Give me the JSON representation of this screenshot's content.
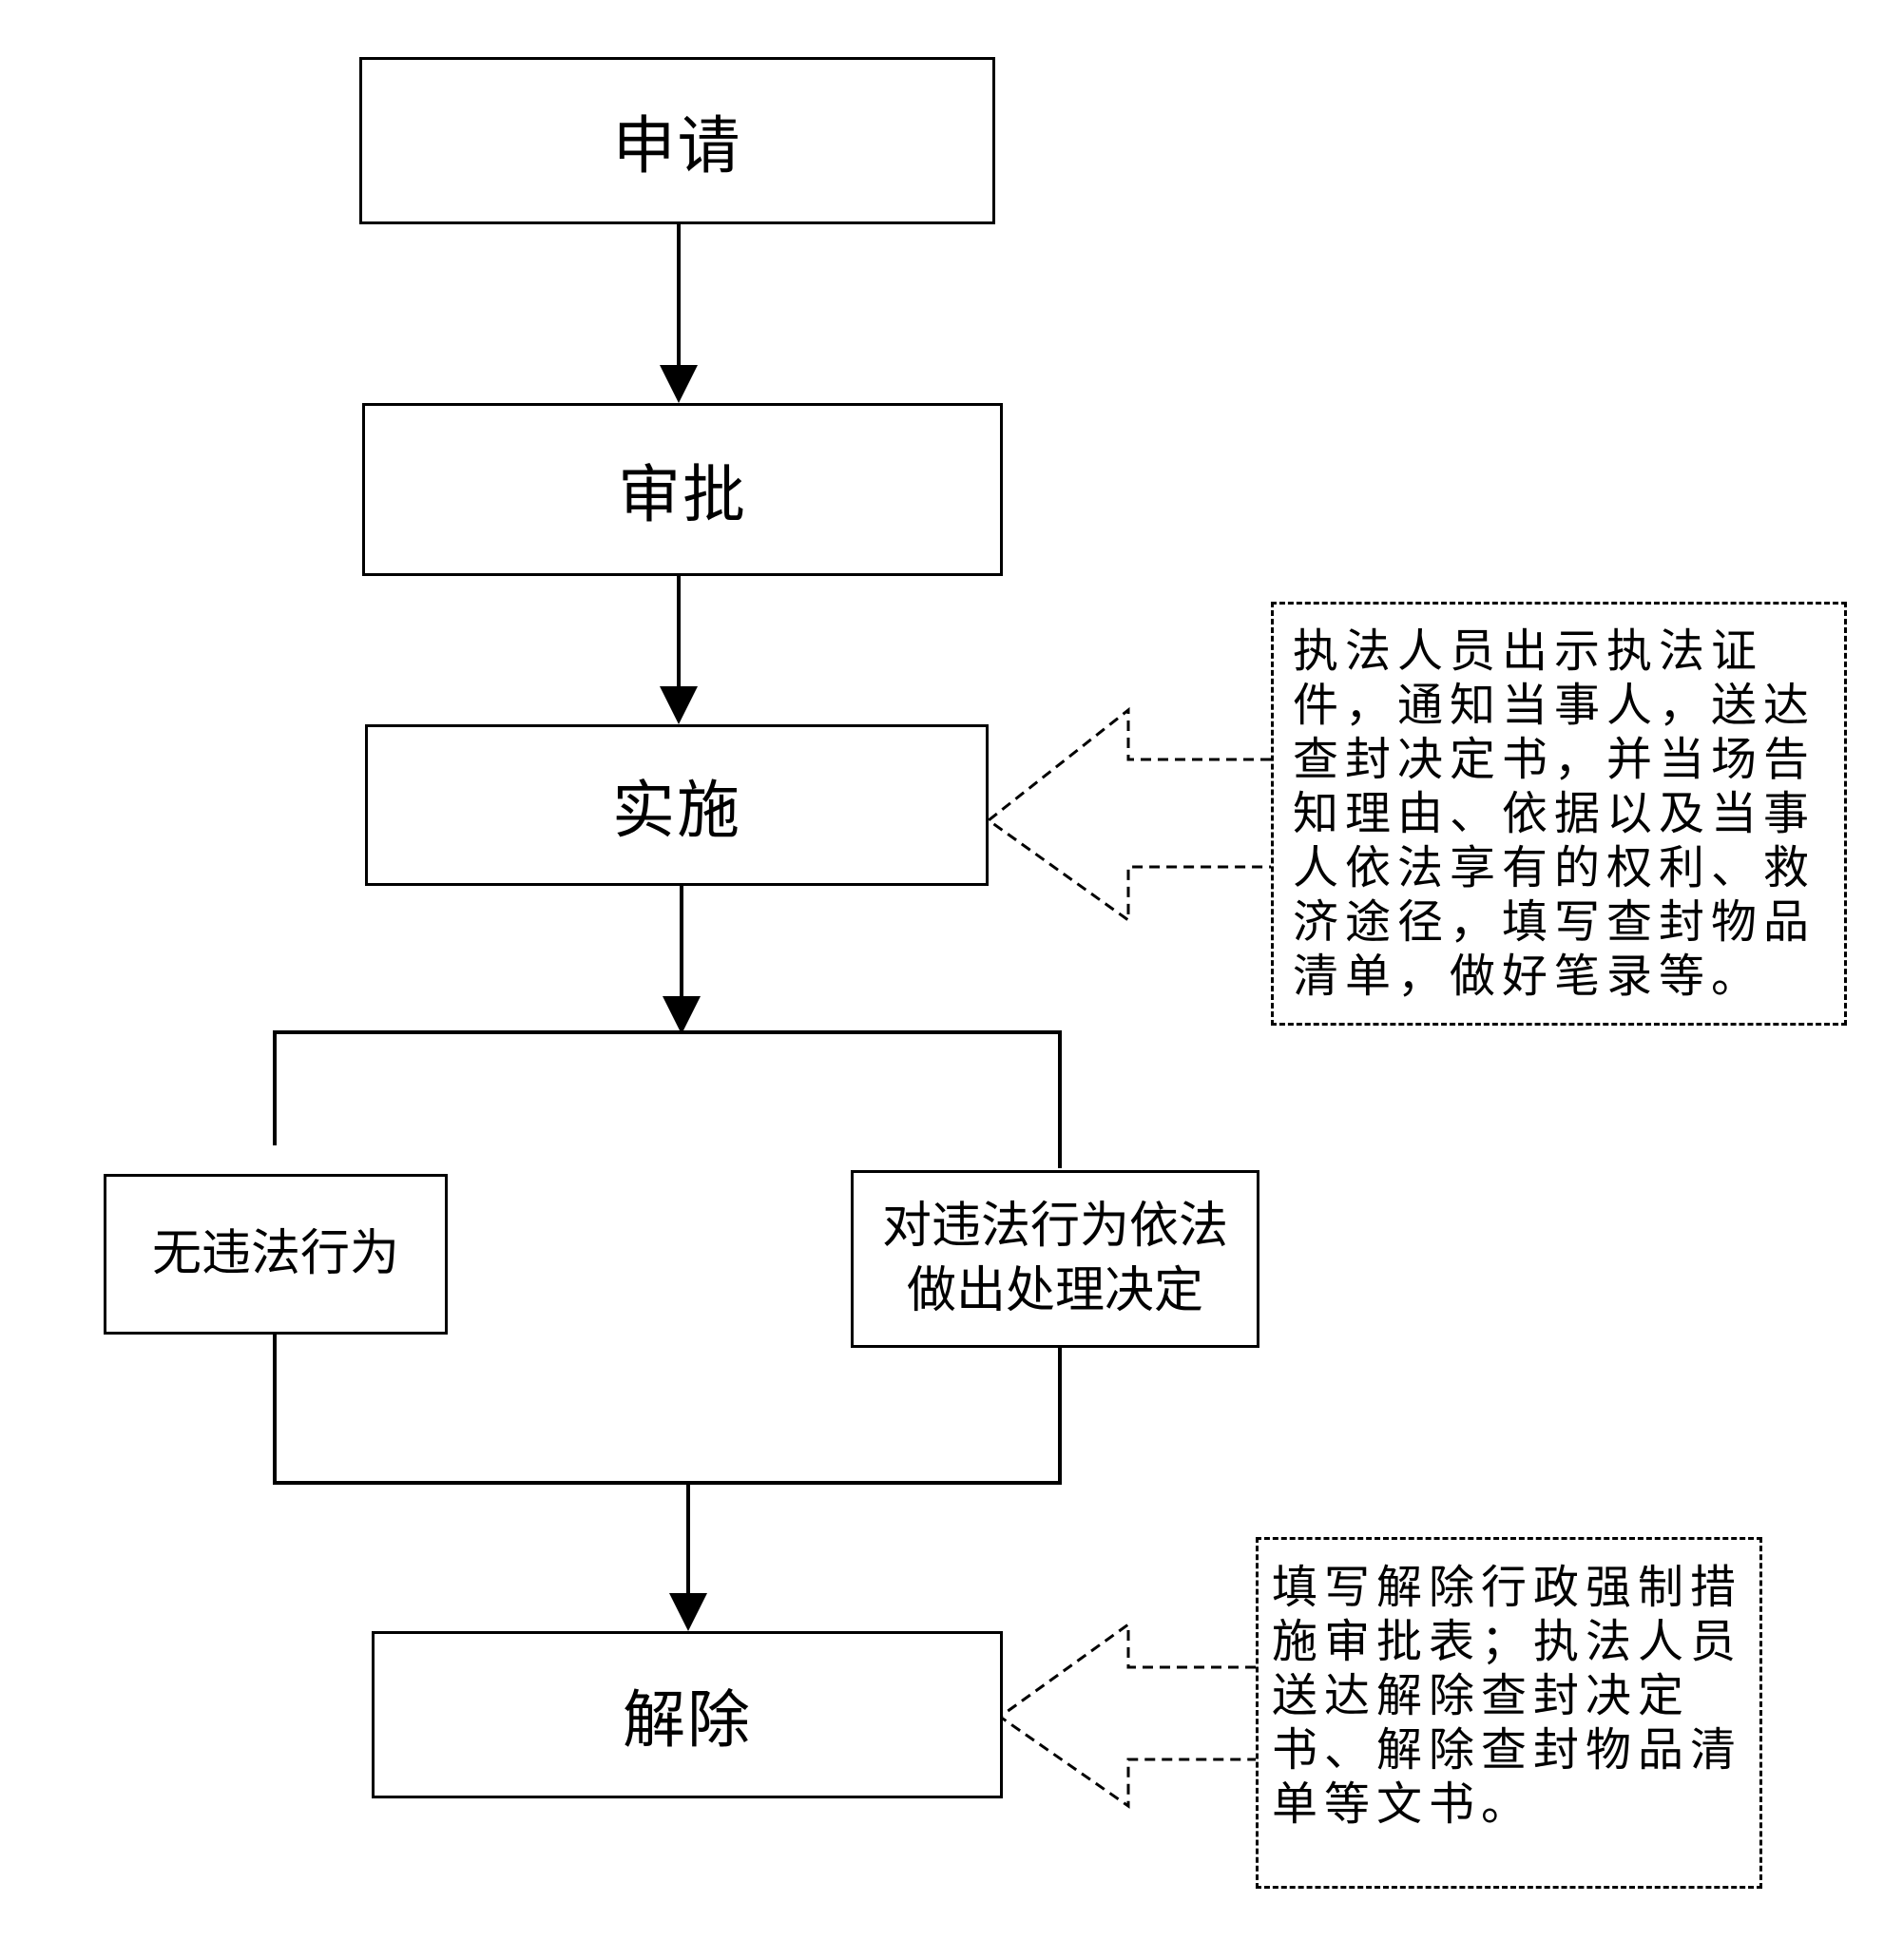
{
  "steps": {
    "apply": "申请",
    "approve": "审批",
    "implement": "实施",
    "no_violation": "无违法行为",
    "handle_violation": "对违法行为依法做出处理决定",
    "release": "解除"
  },
  "notes": {
    "implement": "执法人员出示执法证件，通知当事人，送达查封决定书，并当场告知理由、依据以及当事人依法享有的权利、救济途径，填写查封物品清单，做好笔录等。",
    "release": "填写解除行政强制措施审批表；执法人员送达解除查封决定书、解除查封物品清单等文书。"
  }
}
